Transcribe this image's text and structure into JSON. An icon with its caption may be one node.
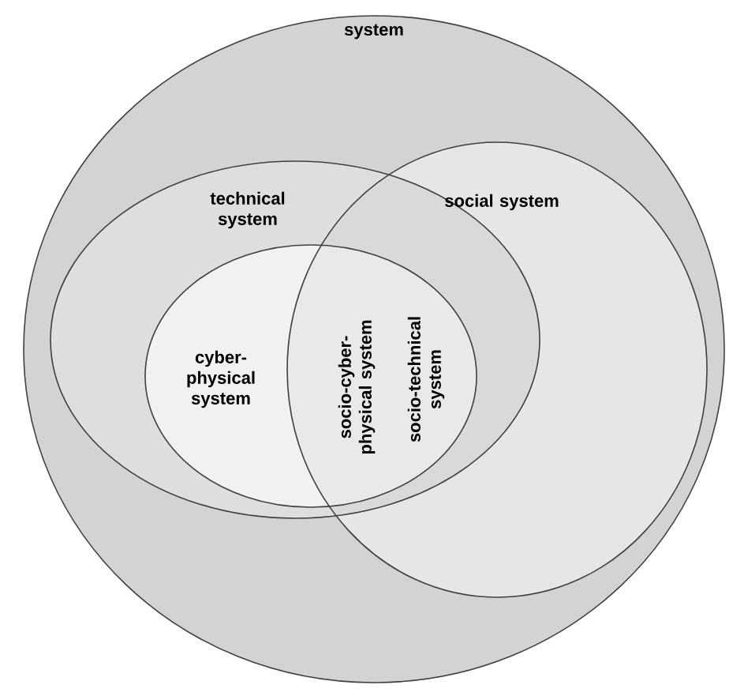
{
  "diagram": {
    "nodes": [
      {
        "text": [
          "system"
        ]
      },
      {
        "text": [
          "technical system"
        ],
        "in": 0
      },
      {
        "text": [
          "social system"
        ],
        "in": 0
      },
      {
        "text": [
          "cyber-physical system"
        ],
        "in": 1
      }
    ],
    "labels": [
      "socio-cyber-physical system",
      "socio-technical system"
    ]
  }
}
